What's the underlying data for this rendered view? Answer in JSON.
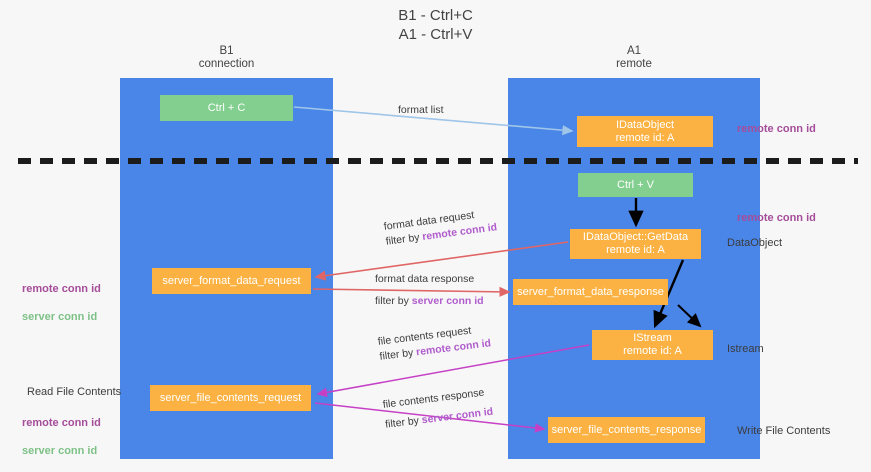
{
  "title": "B1 - Ctrl+C\nA1 - Ctrl+V",
  "lanes": [
    {
      "id": "b1",
      "label": "B1\nconnection",
      "color": "#4a86e8"
    },
    {
      "id": "a1",
      "label": "A1\nremote",
      "color": "#4a86e8"
    }
  ],
  "boxes": {
    "ctrl_c": "Ctrl + C",
    "idataobject": "IDataObject\nremote id: A",
    "ctrl_v": "Ctrl + V",
    "getdata": "IDataObject::GetData\nremote id: A",
    "server_format_data_request": "server_format_data_request",
    "server_format_data_response": "server_format_data_response",
    "istream": "IStream\nremote id: A",
    "server_file_contents_request": "server_file_contents_request",
    "server_file_contents_response": "server_file_contents_response"
  },
  "edge_labels": {
    "format_list": "format list",
    "format_data_request": "format data request",
    "format_data_request_filter_prefix": "filter by ",
    "format_data_request_filter_key": "remote conn id",
    "format_data_response": "format data response",
    "format_data_response_filter_prefix": "filter by ",
    "format_data_response_filter_key": "server conn id",
    "file_contents_request": "file contents request",
    "file_contents_request_filter_prefix": "filter by ",
    "file_contents_request_filter_key": "remote conn id",
    "file_contents_response": "file contents response",
    "file_contents_response_filter_prefix": "filter by ",
    "file_contents_response_filter_key": "server conn id"
  },
  "annotations": {
    "remote_conn_id_top": "remote conn id",
    "remote_conn_id_mid": "remote conn id",
    "dataobject": "DataObject",
    "istream": "Istream",
    "write_file_contents": "Write File Contents",
    "read_file_contents": "Read File Contents",
    "left_remote_conn_id": "remote conn id",
    "left_server_conn_id": "server conn id",
    "left_remote_conn_id_2": "remote conn id",
    "left_server_conn_id_2": "server conn id"
  },
  "colors": {
    "lane": "#4a86e8",
    "green_box": "#83cf8f",
    "orange_box": "#fbb243",
    "purple_text": "#a64d9a",
    "violet_text": "#b05ccc",
    "green_text": "#7ec187",
    "red_arrow": "#e06666",
    "blue_arrow": "#9fc5e8",
    "magenta_arrow": "#c640c6",
    "black_arrow": "#000000",
    "divider": "#1c1c1c"
  }
}
